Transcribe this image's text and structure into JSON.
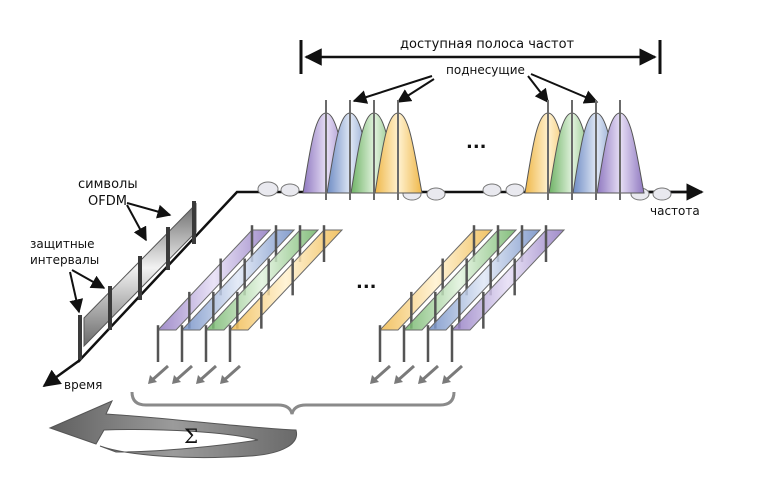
{
  "labels": {
    "band": "доступная полоса частот",
    "subcarriers": "поднесущие",
    "frequency": "частота",
    "symbols_line1": "символы",
    "symbols_line2": "OFDM",
    "guard_line1": "защитные",
    "guard_line2": "интервалы",
    "time": "время",
    "ellipsis": "...",
    "sum": "Σ"
  },
  "colors": {
    "purple": "#b6a3d6",
    "blue": "#9fb5dc",
    "green": "#a9d49f",
    "yellow": "#f6d58e",
    "gray": "#9a9a9a",
    "axis": "#111111"
  },
  "subcarrier_groups": {
    "left": [
      "purple",
      "blue",
      "green",
      "yellow"
    ],
    "right": [
      "yellow",
      "green",
      "blue",
      "purple"
    ]
  }
}
